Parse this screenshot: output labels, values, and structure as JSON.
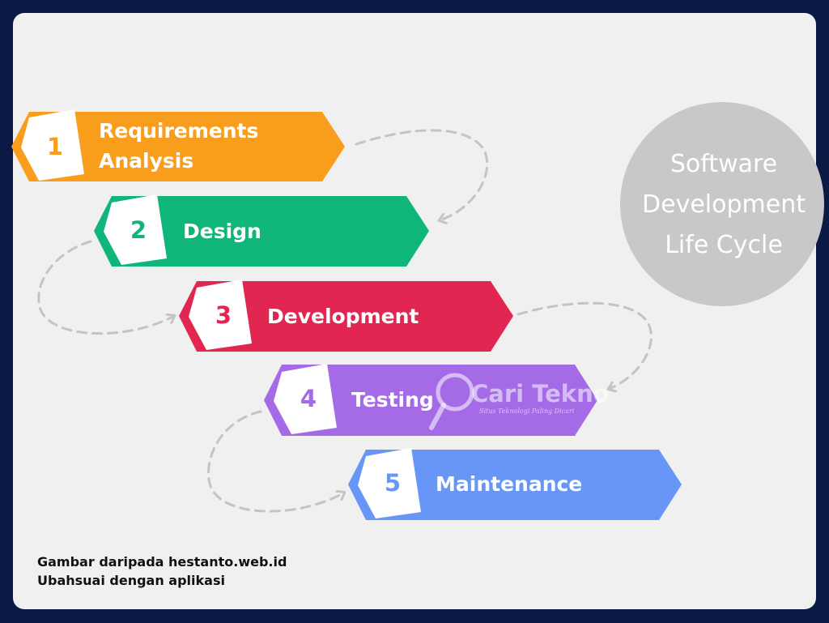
{
  "steps": [
    {
      "number": "1",
      "label_lines": [
        "Requirements",
        "Analysis"
      ],
      "color": "#f99d1c"
    },
    {
      "number": "2",
      "label_lines": [
        "Design"
      ],
      "color": "#10b579"
    },
    {
      "number": "3",
      "label_lines": [
        "Development"
      ],
      "color": "#e12751"
    },
    {
      "number": "4",
      "label_lines": [
        "Testing"
      ],
      "color": "#a56ae6"
    },
    {
      "number": "5",
      "label_lines": [
        "Maintenance"
      ],
      "color": "#6796f7"
    }
  ],
  "cycle": {
    "lines": [
      "Software",
      "Development",
      "Life Cycle"
    ],
    "color": "#c8c8c8"
  },
  "watermark": {
    "title": "Cari Tekno",
    "subtitle": "Situs Teknologi Paling Dicari"
  },
  "credit": {
    "line1": "Gambar daripada hestanto.web.id",
    "line2": "Ubahsuai dengan aplikasi"
  },
  "colors": {
    "frame": "#0b1a45",
    "background": "#f0f0f1",
    "connector": "#c4c4c4"
  }
}
